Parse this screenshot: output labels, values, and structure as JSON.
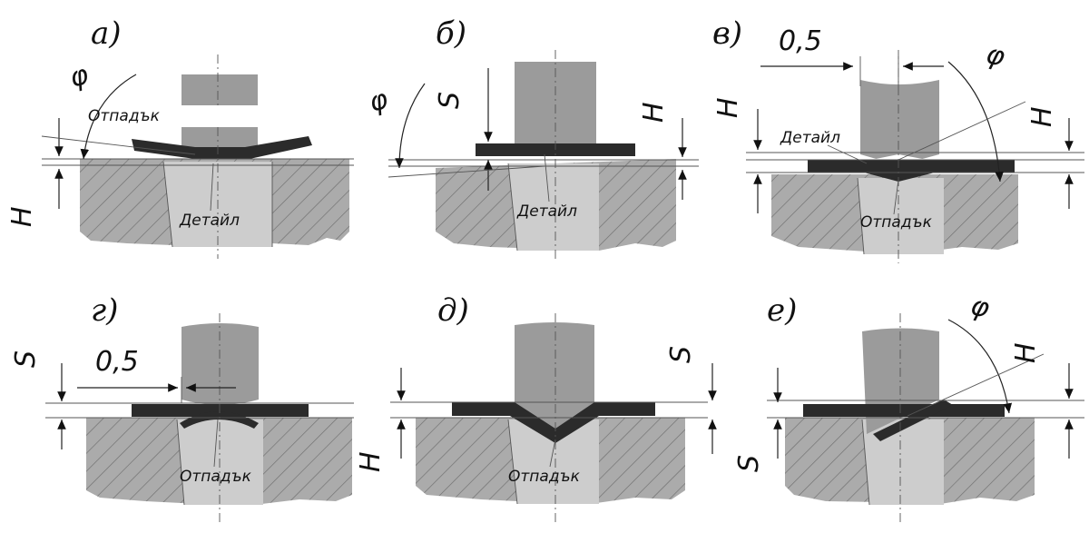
{
  "panels": [
    {
      "id": "a",
      "letter": "а)",
      "labels": [
        "Отпадък",
        "Детайл"
      ],
      "dims": [
        "φ",
        "H"
      ]
    },
    {
      "id": "b",
      "letter": "б)",
      "labels": [
        "Детайл"
      ],
      "dims": [
        "φ",
        "S",
        "H"
      ]
    },
    {
      "id": "v",
      "letter": "в)",
      "labels": [
        "Детайл",
        "Отпадък"
      ],
      "dims": [
        "0,5",
        "H",
        "φ",
        "H"
      ]
    },
    {
      "id": "g",
      "letter": "г)",
      "labels": [
        "Отпадък"
      ],
      "dims": [
        "S",
        "0,5"
      ]
    },
    {
      "id": "d",
      "letter": "д)",
      "labels": [
        "Отпадък"
      ],
      "dims": [
        "S",
        "H"
      ]
    },
    {
      "id": "e",
      "letter": "е)",
      "labels": [],
      "dims": [
        "φ",
        "H",
        "S"
      ]
    }
  ]
}
